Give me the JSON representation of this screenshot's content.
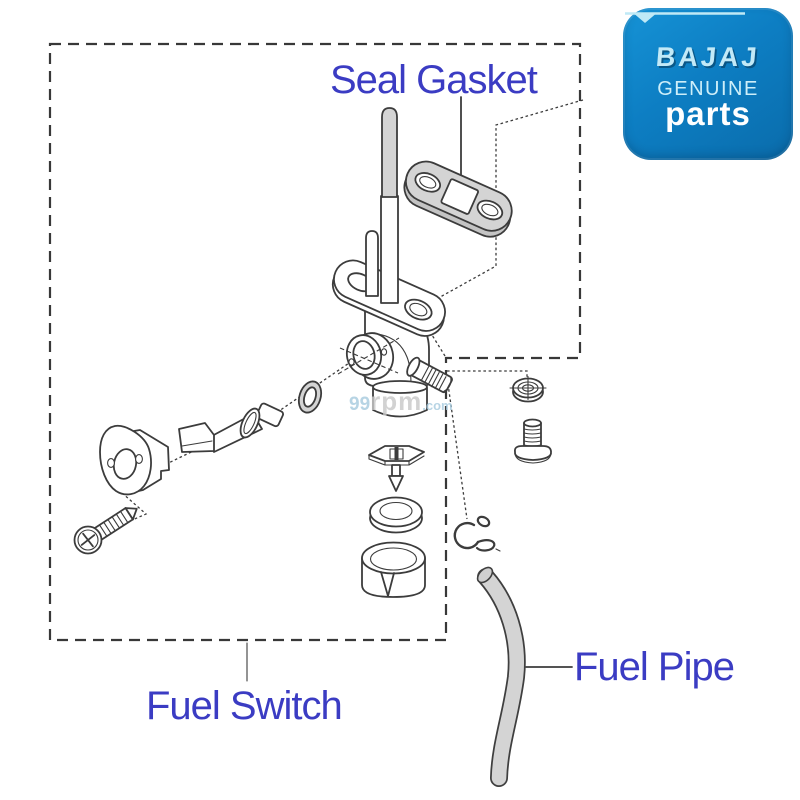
{
  "diagram": {
    "labels": {
      "seal_gasket": "Seal Gasket",
      "fuel_switch": "Fuel Switch",
      "fuel_pipe": "Fuel Pipe"
    }
  },
  "logo": {
    "brand": "BAJAJ",
    "genuine": "GENUINE",
    "parts": "parts"
  },
  "watermark": {
    "prefix": "99",
    "middle": "rpm",
    "suffix": ".com"
  },
  "colors": {
    "label_text": "#3b3cc3",
    "logo_background": "#0d7ec3",
    "logo_text_light": "#c2e9f7",
    "logo_text_white": "#ffffff",
    "diagram_line": "#3c3c3c",
    "part_fill_gray": "#d4d4d4",
    "watermark_blue": "#a6cade",
    "watermark_gray": "#c8c8c8"
  }
}
